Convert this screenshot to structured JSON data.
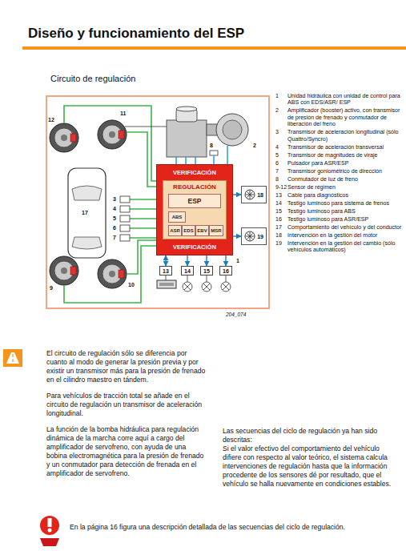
{
  "diagram": {
    "title": "Diseño y funcionamiento del ESP",
    "nodes": [
      {
        "text": [
          "VERIFICACIÓN",
          "VERIFICACIÓN"
        ]
      },
      {
        "text": [
          "REGULACIÓN"
        ],
        "in": 0
      },
      {
        "text": [
          "ESP"
        ],
        "in": 1
      },
      {
        "text": [
          "ABS"
        ],
        "in": 1
      },
      {
        "text": [
          "ASR"
        ],
        "in": 1
      },
      {
        "text": [
          "EDS"
        ],
        "in": 1
      },
      {
        "text": [
          "EBV"
        ],
        "in": 1
      },
      {
        "text": [
          "MSR"
        ],
        "in": 1
      },
      {
        "text": [
          "18"
        ]
      },
      {
        "text": [
          "19"
        ]
      },
      {
        "text": [
          "13"
        ]
      },
      {
        "text": [
          "14"
        ]
      },
      {
        "text": [
          "15"
        ]
      },
      {
        "text": [
          "16"
        ]
      }
    ],
    "edges": [
      {
        "from": 0,
        "to": 8,
        "arrow": "to"
      },
      {
        "from": 0,
        "to": 9,
        "arrow": "to"
      },
      {
        "from": 0,
        "to": 10,
        "arrow": "both"
      },
      {
        "from": 0,
        "to": 11,
        "arrow": "to"
      },
      {
        "from": 0,
        "to": 12,
        "arrow": "to"
      },
      {
        "from": 0,
        "to": 13,
        "arrow": "to"
      }
    ],
    "labels": [
      "Circuito de regulación",
      "1",
      "2",
      "3",
      "4",
      "5",
      "6",
      "7",
      "8",
      "9",
      "10",
      "11",
      "12",
      "17",
      "204_074",
      "1",
      "Unidad hidráulica con unidad de control para ABS con EDS/ASR/ ESP",
      "2",
      "Amplificador (booster) activo, con transmisor de presión de frenado y conmutador de liberación del freno",
      "3",
      "Transmisor de aceleración longitudinal (sólo Quattro/Syncro)",
      "4",
      "Transmisor de aceleración transversal",
      "5",
      "Transmisor de magnitudes de viraje",
      "6",
      "Pulsador para ASR/ESP",
      "7",
      "Transmisor goniométrico de dirección",
      "8",
      "Conmutador de luz de freno",
      "9-12",
      "Sensor de régimen",
      "13",
      "Cable para diagnósticos",
      "14",
      "Testigo luminoso para sistema de frenos",
      "15",
      "Testigo luminoso para ABS",
      "16",
      "Testigo luminoso para ASR/ESP",
      "17",
      "Comportamiento del vehículo y del conductor",
      "18",
      "Intervención en la gestión del motor",
      "19",
      "Intervención en la gestión del cambio (sólo vehículos automáticos)",
      "El circuito de regulación sólo se diferencia por cuanto al modo de generar la presión previa y por existir un transmisor más para la presión de frenado en el cilindro maestro en tándem.",
      "Para vehículos de tracción total se añade en el circuito de regulación un transmisor de aceleración longitudinal.",
      "La función de la bomba hidráulica para regulación dinámica de la marcha corre aquí a cargo del amplificador de servofreno, con ayuda de una bobina electromagnética para la presión de frenado y un conmutador para detección de frenada en el amplificador de servofreno.",
      "Las secuencias del ciclo de regulación ya han sido descritas:",
      "Si el valor efectivo del comportamiento del vehículo difiere con respecto al valor teórico, el sistema calcula intervenciones de regulación hasta que la información procedente de los sensores dé por resultado, que el vehículo se halla nuevamente en condiciones estables.",
      "En la página 16 figura una descripción detallada de las secuencias del ciclo de regulación."
    ]
  }
}
